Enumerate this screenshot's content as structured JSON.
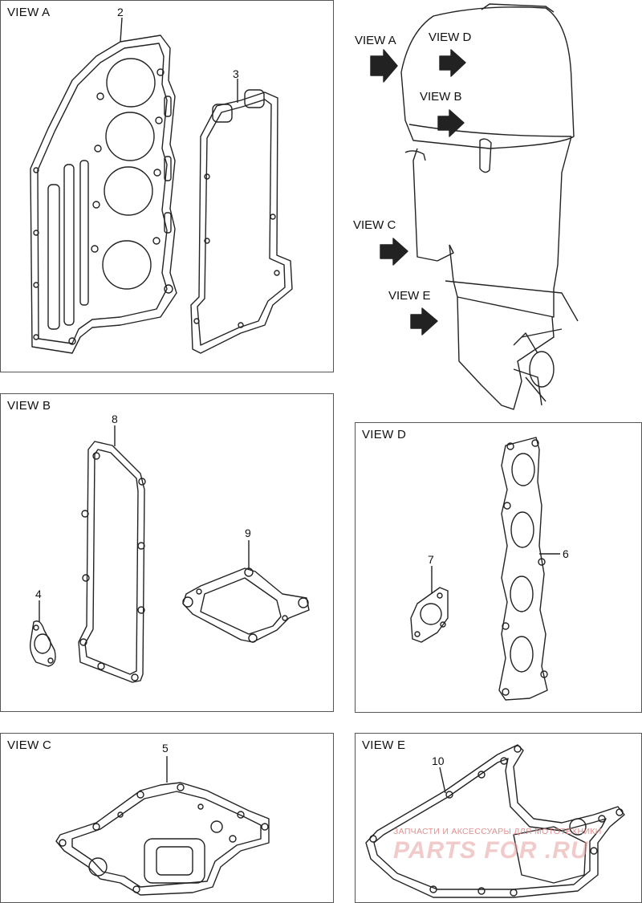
{
  "views": {
    "a": {
      "title": "VIEW A"
    },
    "b": {
      "title": "VIEW B"
    },
    "c": {
      "title": "VIEW C"
    },
    "d": {
      "title": "VIEW D"
    },
    "e": {
      "title": "VIEW E"
    }
  },
  "callouts": {
    "a": "VIEW A",
    "b": "VIEW B",
    "c": "VIEW C",
    "d": "VIEW D",
    "e": "VIEW E"
  },
  "parts": {
    "p2": "2",
    "p3": "3",
    "p4": "4",
    "p5": "5",
    "p6": "6",
    "p7": "7",
    "p8": "8",
    "p9": "9",
    "p10": "10"
  },
  "watermark": {
    "line1": "ЗАПЧАСТИ И АКСЕССУАРЫ ДЛЯ МОТОТЕХНИКИ",
    "line2": "PARTS FOR .RU"
  },
  "colors": {
    "line": "#222222",
    "frame": "#555555",
    "watermark": "#e08585"
  }
}
